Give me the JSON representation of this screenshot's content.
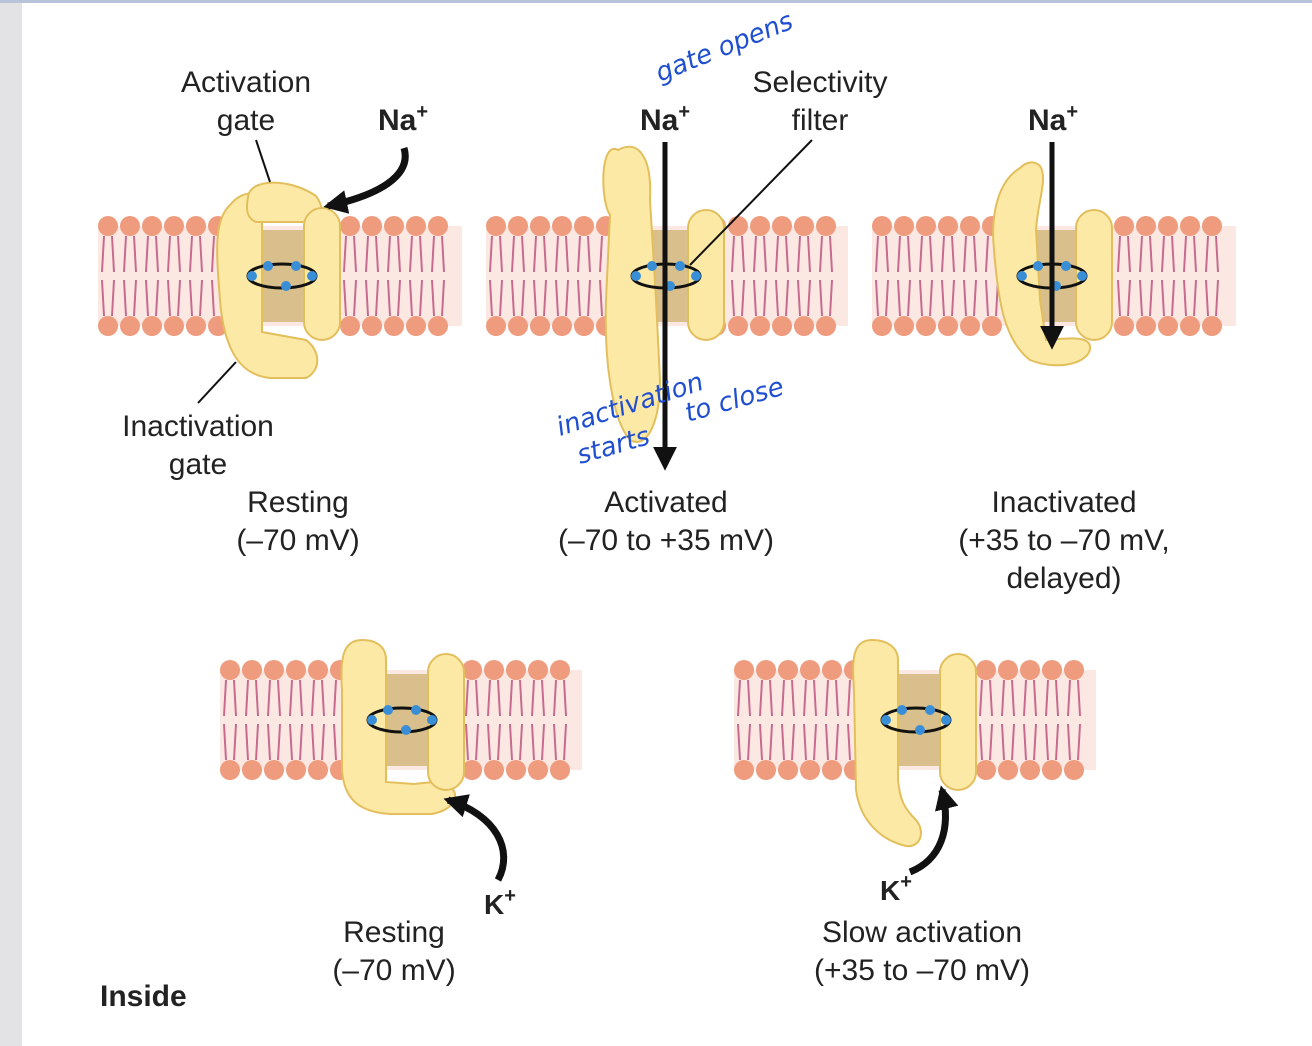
{
  "labels": {
    "activation_gate_1": "Activation",
    "activation_gate_2": "gate",
    "inactivation_gate_1": "Inactivation",
    "inactivation_gate_2": "gate",
    "selectivity_filter_1": "Selectivity",
    "selectivity_filter_2": "filter",
    "na": "Na",
    "k": "K",
    "charge": "+",
    "inside": "Inside"
  },
  "states": {
    "na_resting": {
      "name": "Resting",
      "range": "(–70 mV)"
    },
    "na_activated": {
      "name": "Activated",
      "range": "(–70 to +35 mV)"
    },
    "na_inactivated": {
      "name": "Inactivated",
      "range_1": "(+35 to –70 mV,",
      "range_2": "delayed)"
    },
    "k_resting": {
      "name": "Resting",
      "range": "(–70 mV)"
    },
    "k_slow": {
      "name": "Slow activation",
      "range": "(+35 to –70 mV)"
    }
  },
  "annotations": {
    "gate_opens": "gate opens",
    "inactivation_1": "inactivation",
    "inactivation_2": "to close",
    "starts": "starts"
  },
  "colors": {
    "lipid_head": "#ee9b7e",
    "lipid_tail": "#c86b8e",
    "membrane_fill": "#fbe8e2",
    "channel_core": "#d8bf8b",
    "protein": "#fde9a6",
    "protein_stroke": "#e2bf5c",
    "filter_dot": "#3a8ed6",
    "handwriting": "#1f4fd0"
  }
}
